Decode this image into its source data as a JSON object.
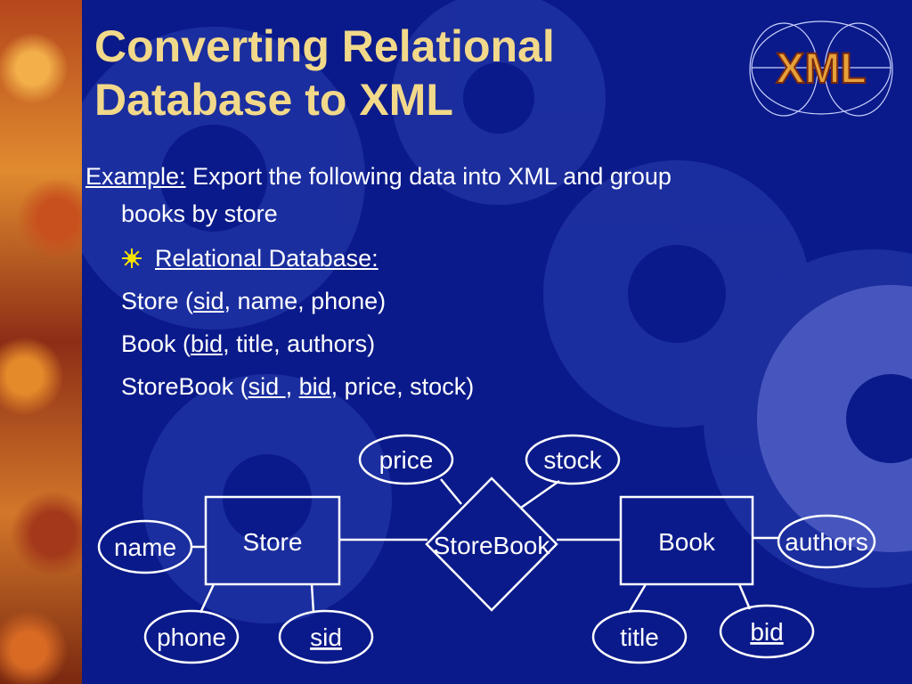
{
  "title": {
    "line1": "Converting Relational",
    "line2": "Database to XML"
  },
  "logo": {
    "text": "XML"
  },
  "body": {
    "example_label": "Example:",
    "example_text": " Export the following data into XML and group",
    "example_text_cont": "books by store",
    "bullet_label": "Relational Database:",
    "store": {
      "prefix": "Store (",
      "key": "sid",
      "rest": ", name, phone)"
    },
    "book": {
      "prefix": "Book (",
      "key": "bid",
      "rest": ", title, authors)"
    },
    "storebook": {
      "prefix": "StoreBook (",
      "key1": "sid ",
      "sep": ", ",
      "key2": "bid",
      "rest": ", price, stock)"
    }
  },
  "diagram": {
    "entities": {
      "store": "Store",
      "book": "Book"
    },
    "relationship": "StoreBook",
    "attributes": {
      "price": "price",
      "stock": "stock",
      "name": "name",
      "phone": "phone",
      "sid": "sid",
      "authors": "authors",
      "title": "title",
      "bid": "bid"
    }
  },
  "colors": {
    "background": "#0b1a8a",
    "title": "#f2d98a",
    "text": "#ffffff",
    "bullet": "#f5e100"
  }
}
